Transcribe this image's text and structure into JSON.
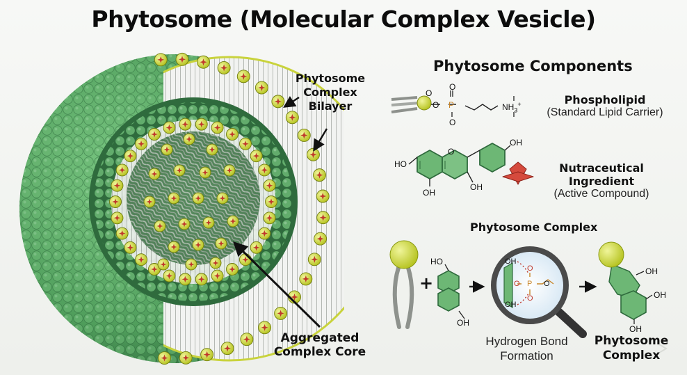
{
  "title": "Phytosome (Molecular Complex Vesicle)",
  "vesicle": {
    "bilayer_label": [
      "Phytosome",
      "Complex",
      "Bilayer"
    ],
    "core_label": [
      "Aggregated",
      "Complex Core"
    ]
  },
  "components": {
    "heading": "Phytosome Components",
    "phospholipid": {
      "name": "Phospholipid",
      "desc": "(Standard Lipid Carrier)",
      "atoms": {
        "o1": "O",
        "o2": "O",
        "o3": "O",
        "o4": "O",
        "p": "P",
        "n": "NH",
        "n_sub": "3",
        "n_sup": "+"
      }
    },
    "nutraceutical": {
      "name": "Nutraceutical Ingredient",
      "desc": "(Active Compound)",
      "atoms": {
        "ho_left": "HO",
        "o_ring": "O",
        "oh_top": "OH",
        "oh_mid": "OH",
        "oh_bottom": "OH"
      }
    }
  },
  "complex": {
    "heading": "Phytosome Complex",
    "plus": "+",
    "hbond_caption": [
      "Hydrogen Bond",
      "Formation"
    ],
    "product_caption": [
      "Phytosome",
      "Complex"
    ],
    "atoms": {
      "ho_small": "HO",
      "oh_small": "OH",
      "oh1": "OH",
      "oh2": "OH",
      "o_eq": "O",
      "p": "P",
      "o_top": "O",
      "o_bot": "O",
      "o_chain": "O",
      "prod_oh1": "OH",
      "prod_oh2": "OH",
      "prod_oh3": "OH"
    }
  },
  "colors": {
    "green": "#5aa865",
    "dark_green": "#2f6b3d",
    "yellow": "#d4de3c",
    "red_star": "#c0392b",
    "phosphate": "#c8862a"
  }
}
